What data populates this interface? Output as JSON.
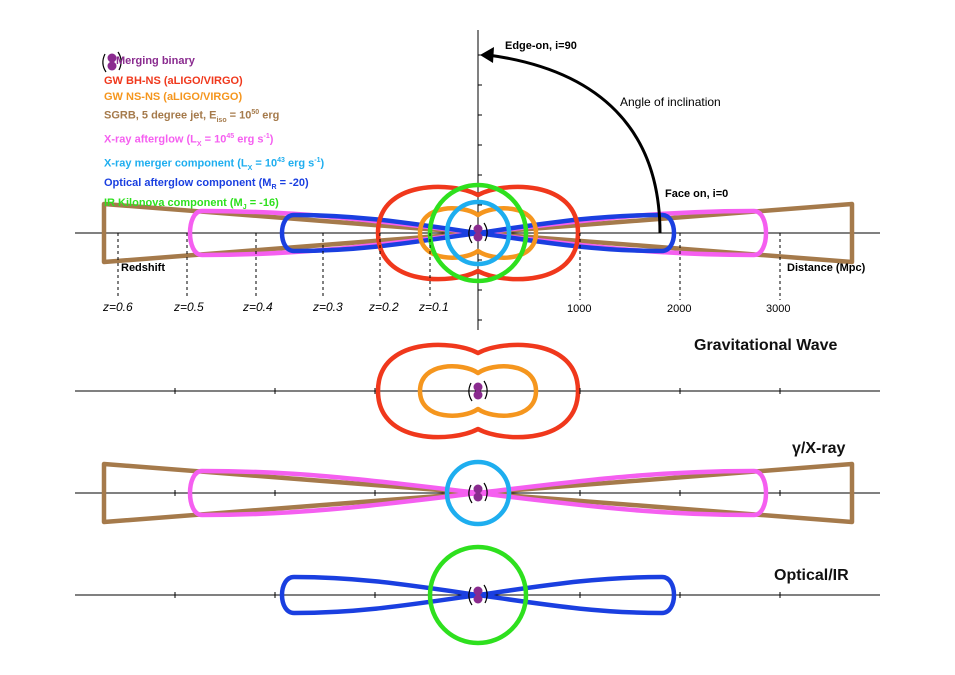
{
  "colors": {
    "binary": "#8a2b8f",
    "gw_bhns": "#f0381c",
    "gw_nsns": "#f5961e",
    "sgrb": "#a57a4b",
    "xray_afterglow": "#f55ff0",
    "xray_merger": "#1eaeef",
    "optical_afterglow": "#1a3fe0",
    "ir_kilonova": "#2ee01e"
  },
  "legend": {
    "binary": "Merging binary",
    "gw_bhns": "GW BH-NS (aLIGO/VIRGO)",
    "gw_nsns": "GW NS-NS (aLIGO/VIRGO)",
    "sgrb": {
      "text": "SGRB, 5 degree jet, E",
      "sub": "iso",
      "mid": " = 10",
      "sup": "50",
      "tail": " erg"
    },
    "xray_afterglow": {
      "text": "X-ray afterglow (L",
      "sub": "X",
      "mid": " = 10",
      "sup": "45",
      "tail": " erg s",
      "sup2": "-1",
      "end": ")"
    },
    "xray_merger": {
      "text": "X-ray merger component (L",
      "sub": "X",
      "mid": " = 10",
      "sup": "43",
      "tail": " erg s",
      "sup2": "-1",
      "end": ")"
    },
    "optical_afterglow": {
      "text": "Optical afterglow component (M",
      "sub": "R",
      "mid": " = -20)"
    },
    "ir_kilonova": {
      "text": "IR Kilonova component (M",
      "sub": "J",
      "mid": " = -16)"
    }
  },
  "annotations": {
    "edge_on": "Edge-on, i=90",
    "angle": "Angle of inclination",
    "face_on": "Face on, i=0",
    "redshift": "Redshift",
    "distance": "Distance (Mpc)"
  },
  "redshift_ticks": [
    "z=0.6",
    "z=0.5",
    "z=0.4",
    "z=0.3",
    "z=0.2",
    "z=0.1"
  ],
  "distance_ticks": [
    "1000",
    "2000",
    "3000"
  ],
  "panels": {
    "gw": "Gravitational Wave",
    "xray": "γ/X-ray",
    "optical": "Optical/IR"
  }
}
